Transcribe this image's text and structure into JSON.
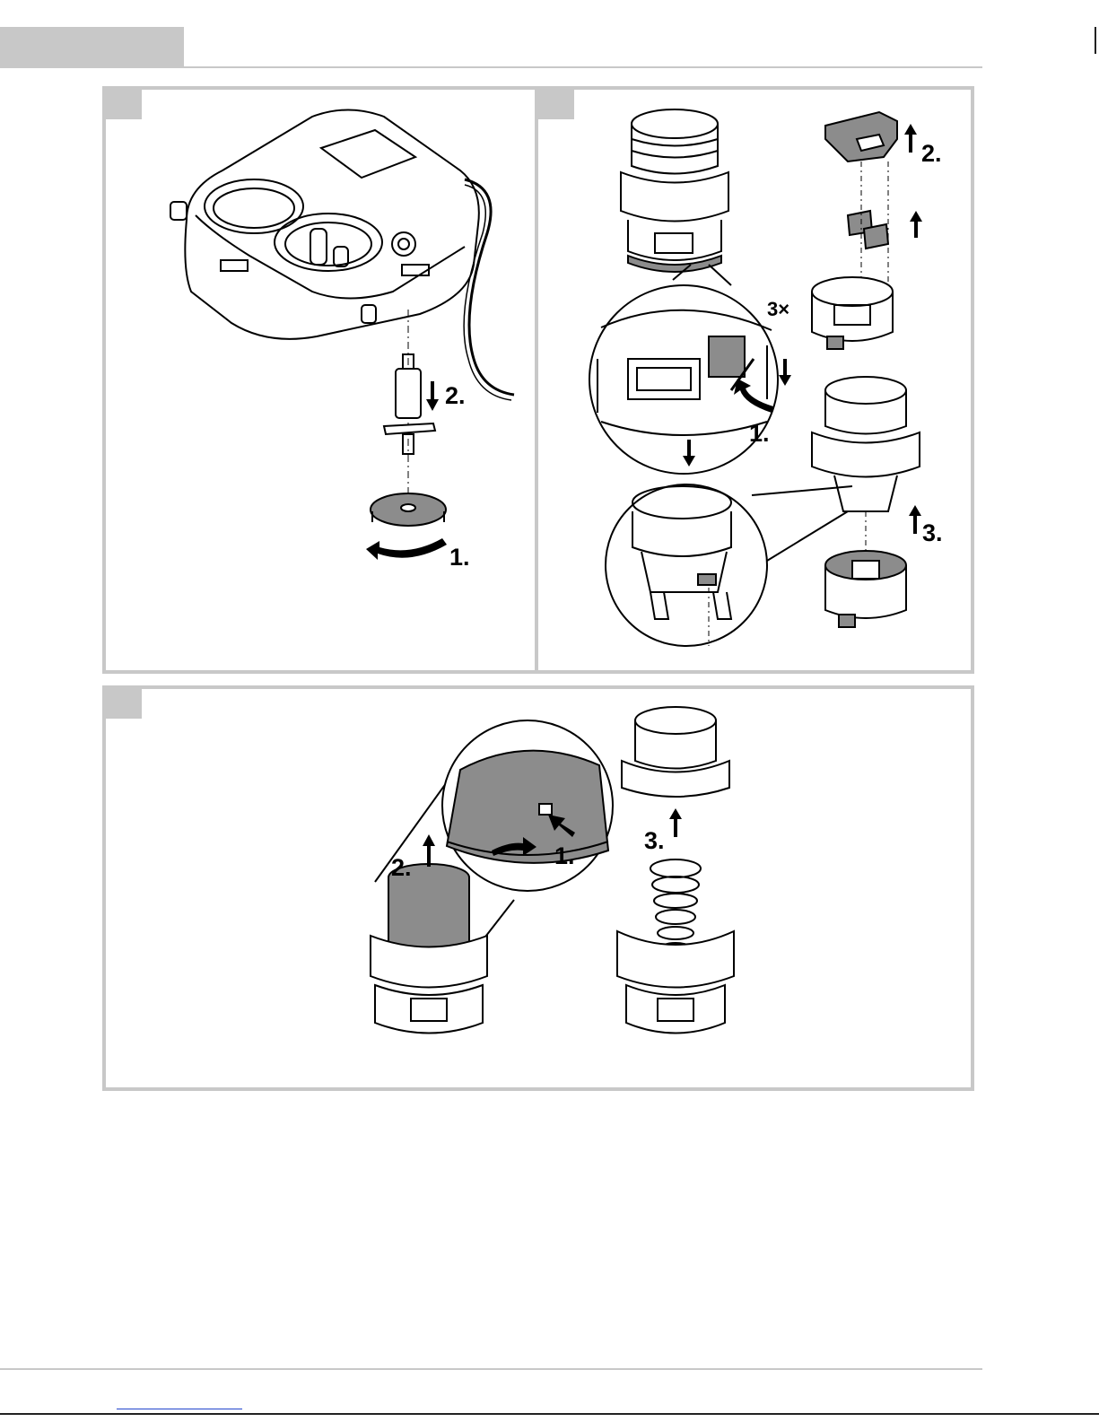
{
  "steps": {
    "panel_a": {
      "step1": "1.",
      "step2": "2."
    },
    "panel_b": {
      "count": "3×",
      "step1": "1.",
      "step2": "2.",
      "step3": "3."
    },
    "panel_c": {
      "step1": "1.",
      "step2": "2.",
      "step3": "3."
    }
  },
  "colors": {
    "frame": "#c8c8c8",
    "line": "#000000",
    "shade": "#8c8c8c"
  }
}
